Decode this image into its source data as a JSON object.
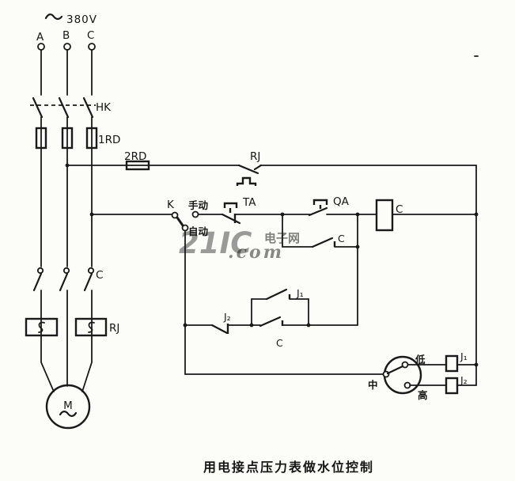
{
  "power": {
    "voltage": "380V",
    "phases": [
      "A",
      "B",
      "C"
    ]
  },
  "labels": {
    "hk_switch": "HK",
    "fuse_main": "1RD",
    "fuse_control": "2RD",
    "rj_nc_contact": "RJ",
    "k_selector": "K",
    "manual": "手动",
    "auto": "自动",
    "stop_button": "TA",
    "start_button": "QA",
    "contactor_coil": "C",
    "selfhold_contact": "C",
    "branch_contact": "C",
    "main_contacts": "C",
    "thermal_elements": "RJ",
    "j1_contact": "J₁",
    "j2_contact": "J₂",
    "j1_coil": "J₁",
    "j2_coil": "J₂",
    "motor": "M"
  },
  "gauge": {
    "low": "低",
    "mid": "中",
    "high": "高"
  },
  "caption": "用电接点压力表做水位控制",
  "watermark": {
    "brand": "21IC",
    "site": "电子网",
    "suffix": ".com"
  },
  "colors": {
    "ink": "#1a1a1a",
    "paper": "#fcfcf8",
    "watermark_strong": "#e85a73",
    "watermark_soft": "#ef8aa0"
  }
}
